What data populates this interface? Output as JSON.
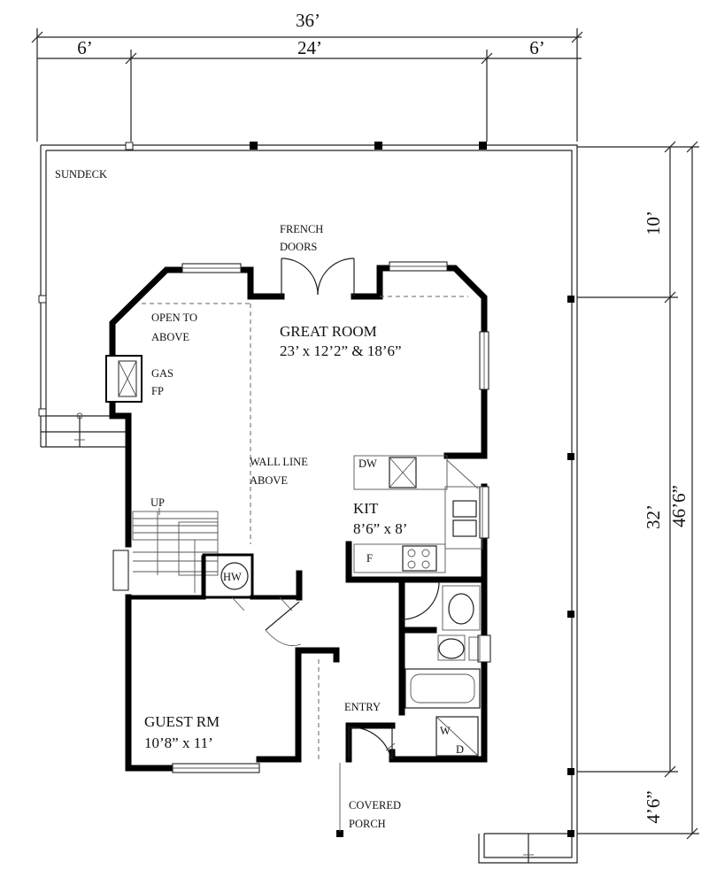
{
  "dimensions": {
    "overall_width": "36’",
    "left_deck": "6’",
    "house_width": "24’",
    "right_deck": "6’",
    "rear_deck_depth": "10’",
    "house_depth": "32’",
    "overall_depth": "46’6”",
    "front_porch_depth": "4’6”"
  },
  "rooms": {
    "sundeck": "SUNDECK",
    "french_doors_line1": "FRENCH",
    "french_doors_line2": "DOORS",
    "open_above_line1": "OPEN TO",
    "open_above_line2": "ABOVE",
    "great_room_name": "GREAT ROOM",
    "great_room_size": "23’ x 12’2” & 18’6”",
    "gas_fp_line1": "GAS",
    "gas_fp_line2": "FP",
    "wall_line_line1": "WALL LINE",
    "wall_line_line2": "ABOVE",
    "dishwasher": "DW",
    "kitchen_name": "KIT",
    "kitchen_size": "8’6” x 8’",
    "fridge": "F",
    "stair_up": "UP",
    "hot_water": "HW",
    "guest_room_name": "GUEST RM",
    "guest_room_size": "10’8” x 11’",
    "entry": "ENTRY",
    "washer": "W",
    "dryer": "D",
    "covered_porch_line1": "COVERED",
    "covered_porch_line2": "PORCH"
  }
}
